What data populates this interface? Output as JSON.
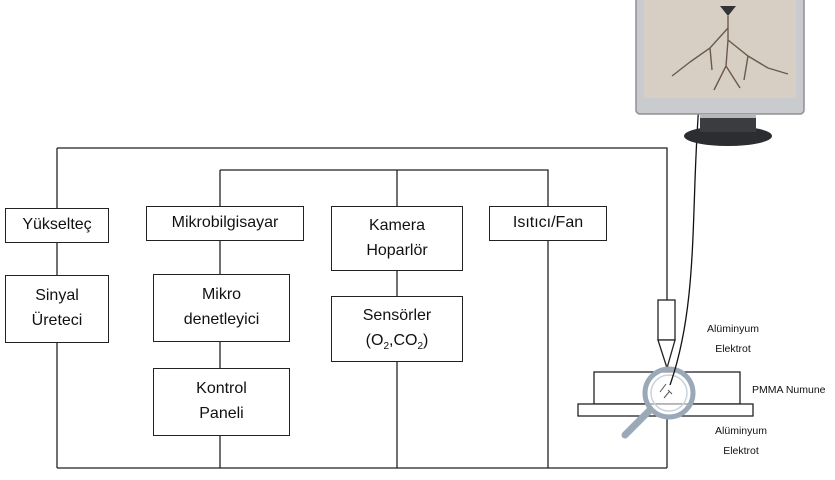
{
  "blocks": {
    "yukseltec": "Yükselteç",
    "sinyal_line1": "Sinyal",
    "sinyal_line2": "Üreteci",
    "mikrobilgisayar": "Mikrobilgisayar",
    "mikro_line1": "Mikro",
    "mikro_line2": "denetleyici",
    "kontrol_line1": "Kontrol",
    "kontrol_line2": "Paneli",
    "kamera_line1": "Kamera",
    "kamera_line2": "Hoparlör",
    "sensorler_line1": "Sensörler",
    "sensorler_o2_prefix": "(O",
    "sensorler_sub1": "2",
    "sensorler_comma": ",CO",
    "sensorler_sub2": "2",
    "sensorler_suffix": ")",
    "isitici": "Isıtıcı/Fan"
  },
  "labels": {
    "al_top_line1": "Alüminyum",
    "al_top_line2": "Elektrot",
    "pmma": "PMMA Numune",
    "al_bottom_line1": "Alüminyum",
    "al_bottom_line2": "Elektrot"
  },
  "colors": {
    "line": "#222222",
    "magnifier_rim": "#9aa8b8",
    "monitor_body": "#c9cbce",
    "screen_bg": "#d8cfc4",
    "tree": "#6b5a4a"
  }
}
